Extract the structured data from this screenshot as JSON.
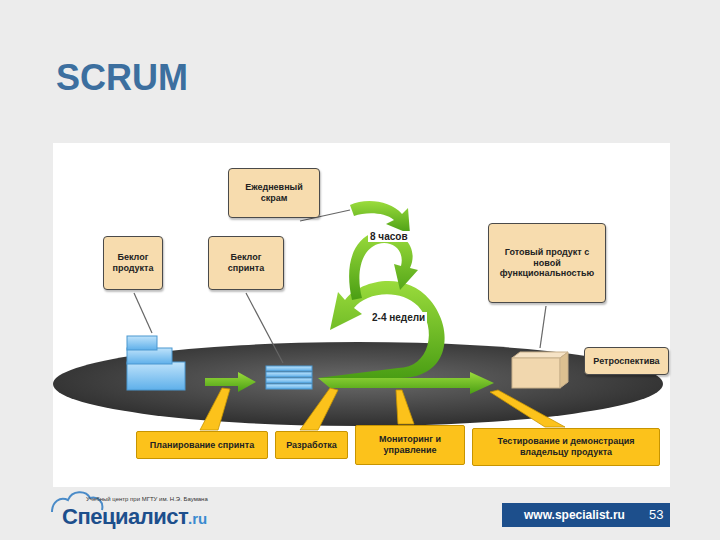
{
  "diagram": {
    "title": "SCRUM",
    "nodes": [
      {
        "text": [
          "Ежедневный скрам"
        ]
      },
      {
        "text": [
          "Беклог продукта"
        ]
      },
      {
        "text": [
          "Беклог спринта"
        ]
      },
      {
        "text": [
          "Готовый продукт с новой функциональностью"
        ]
      },
      {
        "text": [
          "Ретроспектива"
        ]
      },
      {
        "text": [
          "Планирование спринта"
        ]
      },
      {
        "text": [
          "Разработка"
        ]
      },
      {
        "text": [
          "Мониторинг и управление"
        ]
      },
      {
        "text": [
          "Тестирование и демонстрация владельцу продукта"
        ]
      }
    ],
    "labels": [
      "8 часов",
      "2-4 недели",
      "Учебный центр при МГТУ им. Н.Э. Баумана",
      "Специалист",
      ".ru",
      "www.specialist.ru",
      "53"
    ]
  }
}
